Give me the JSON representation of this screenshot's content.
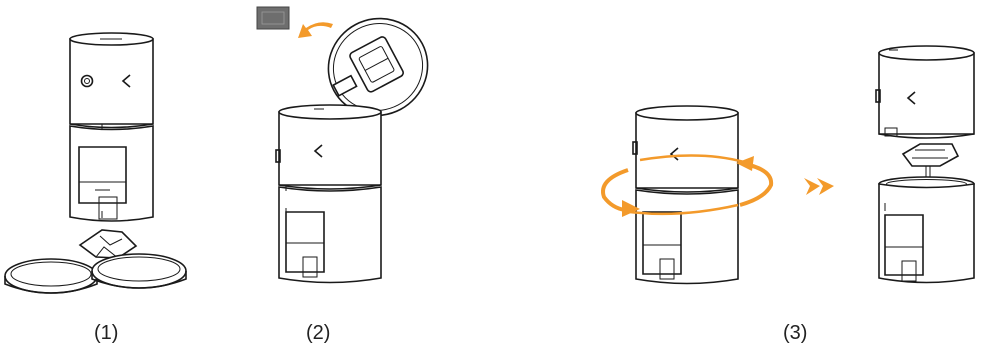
{
  "steps": [
    {
      "label": "(1)"
    },
    {
      "label": "(2)"
    },
    {
      "label": "(3)"
    }
  ],
  "colors": {
    "accent": "#f39a2b",
    "outline": "#1a1a1a",
    "background": "#ffffff"
  }
}
